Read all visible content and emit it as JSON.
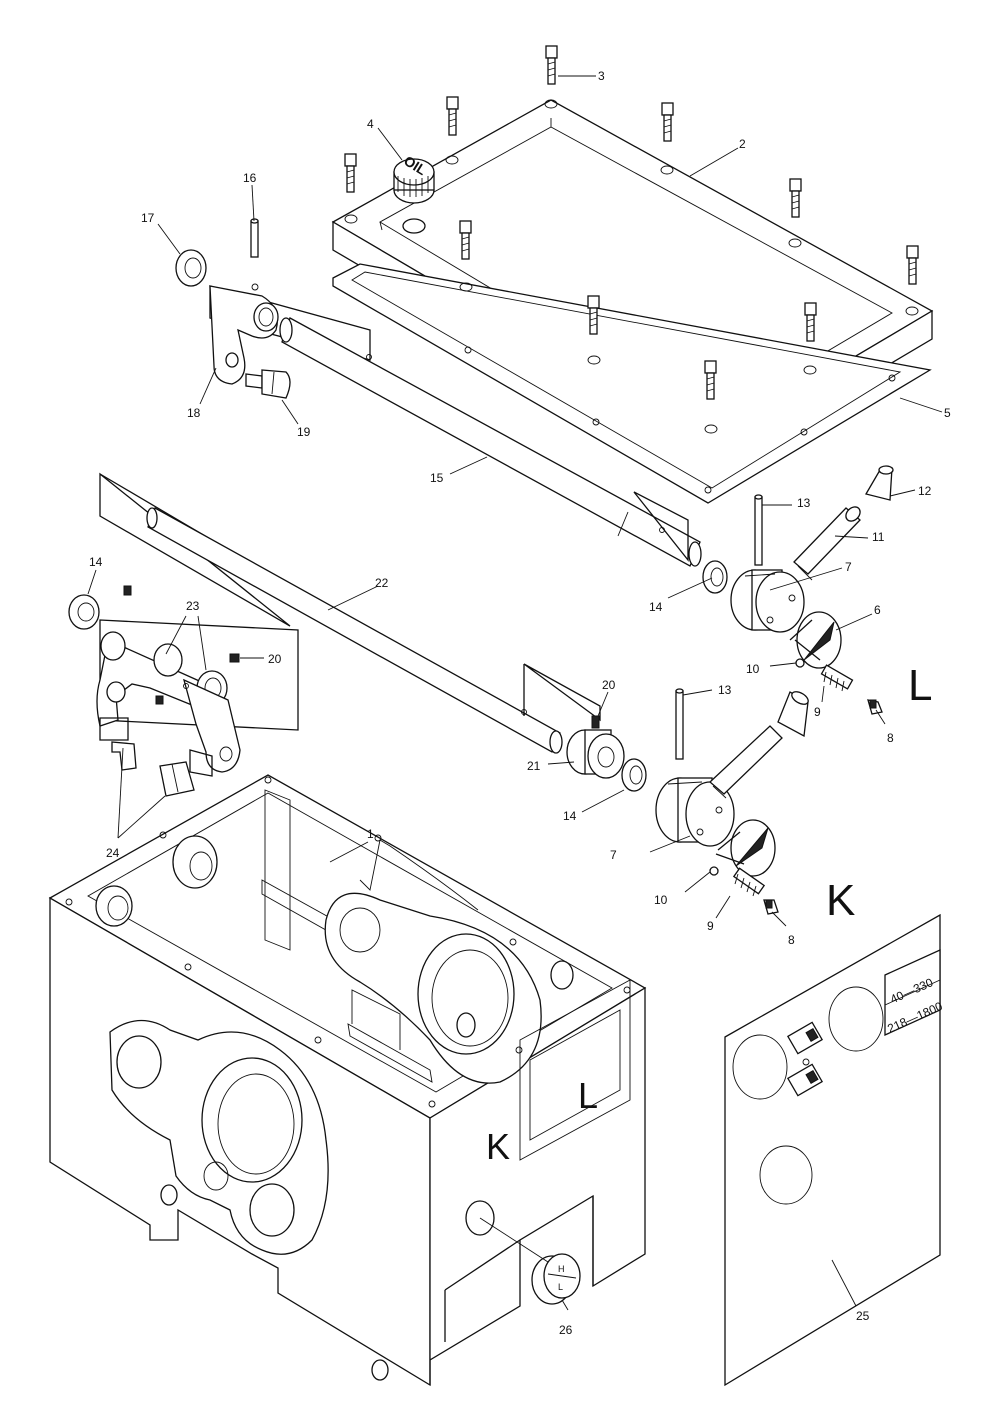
{
  "callouts": [
    "1",
    "2",
    "3",
    "4",
    "5",
    "6",
    "7",
    "7",
    "8",
    "8",
    "9",
    "9",
    "10",
    "10",
    "11",
    "12",
    "13",
    "13",
    "14",
    "14",
    "14",
    "15",
    "16",
    "17",
    "18",
    "19",
    "20",
    "20",
    "21",
    "22",
    "23",
    "24",
    "25",
    "26"
  ],
  "oil_cap_text": "OIL",
  "letters": {
    "L": "L",
    "K": "K"
  },
  "speed_plate": {
    "top": "40—330",
    "bottom": "218—1800"
  },
  "hl_knob": {
    "h": "H",
    "l": "L"
  }
}
